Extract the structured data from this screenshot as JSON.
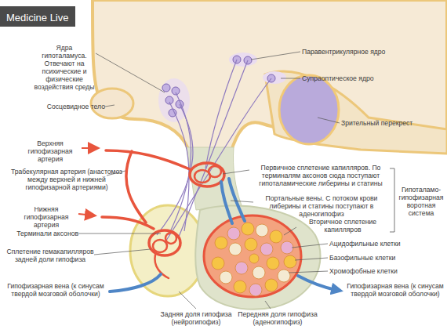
{
  "diagram": {
    "nodes": [
      {
        "text": [
          "Medicine Live"
        ]
      }
    ],
    "labels": [
      "Ядра гипоталамуса. Отвечают на психические и физические воздействия среды",
      "Паравентрикулярное ядро",
      "Супраоптическое ядро",
      "Сосцевидное тело",
      "Зрительный перекрест",
      "Верхняя гипофизарная артерия",
      "Трабекулярная артерия (анастомоз между верхней и нижней гипофизарной артериями)",
      "Первичное сплетение капилляров. По терминалям аксонов сюда поступают гипоталамические либерины и статины",
      "Гипоталамо-гипофизарная воротная система",
      "Нижняя гипофизарная артерия",
      "Портальные вены. С потоком крови либерины и статины поступают в аденогипофиз",
      "Терминали аксонов",
      "Вторичное сплетение капилляров",
      "Ацидофильные клетки",
      "Базофильные клетки",
      "Сплетение гемакапилляров задней доли гипофиза",
      "Хромофобные клетки",
      "Гипофизарная вена (к синусам твердой мозговой оболочки)",
      "Гипофизарная вена (к синусам твердой мозговой оболочки)",
      "Задняя доля гипофиза (нейрогипофиз)",
      "Передняя доля гипофиза (аденогипофиз)"
    ]
  }
}
